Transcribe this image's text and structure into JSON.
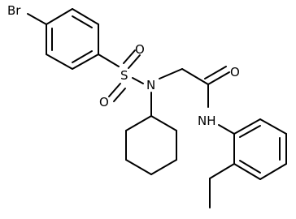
{
  "molecule": {
    "atoms": {
      "bromine": "Br",
      "sulfur": "S",
      "sulfonyl_oxygen_top": "O",
      "sulfonyl_oxygen_bottom": "O",
      "sulfonamide_nitrogen": "N",
      "carbonyl_oxygen": "O",
      "amide_nh": "NH"
    }
  }
}
